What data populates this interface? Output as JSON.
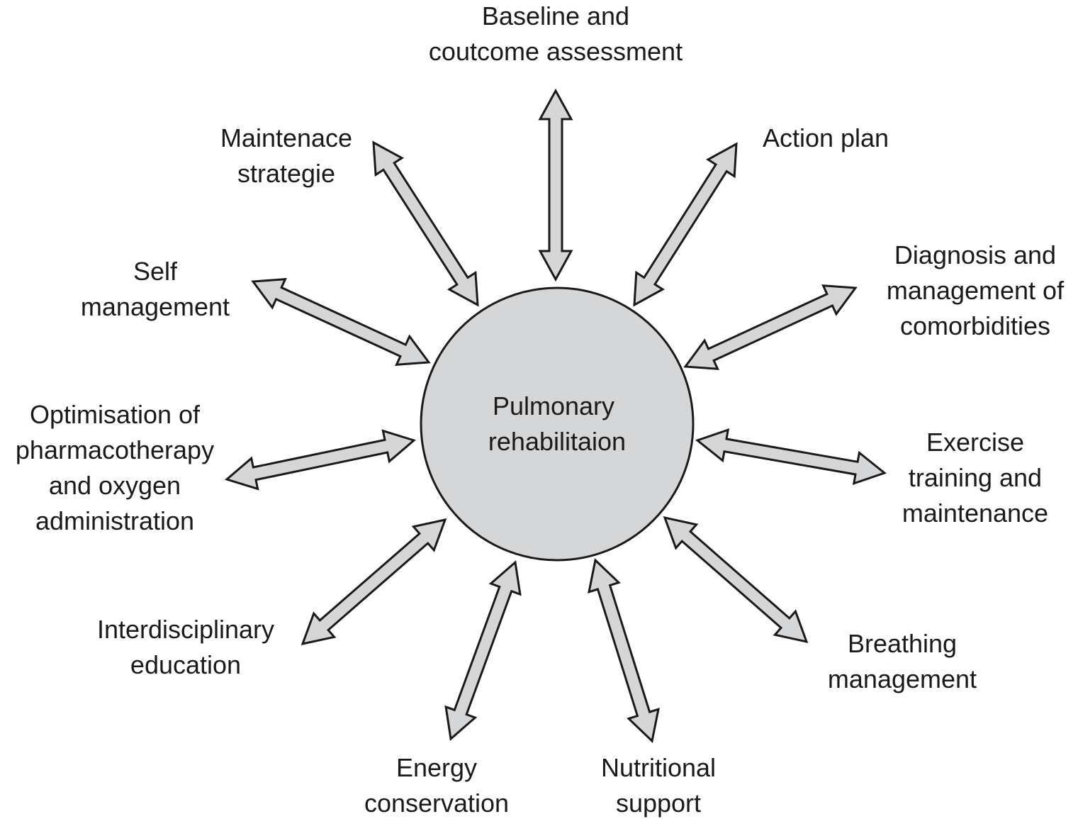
{
  "center": {
    "lines": [
      "Pulmonary",
      "rehabilitaion"
    ]
  },
  "colors": {
    "fill": "#d4d6d8",
    "stroke": "#1a1a1a",
    "text": "#1a1a1a"
  },
  "nodes": [
    {
      "id": "baseline",
      "lines": [
        "Baseline and",
        "coutcome assessment"
      ]
    },
    {
      "id": "action-plan",
      "lines": [
        "Action plan"
      ]
    },
    {
      "id": "diagnosis",
      "lines": [
        "Diagnosis and",
        "management of",
        "comorbidities"
      ]
    },
    {
      "id": "exercise",
      "lines": [
        "Exercise",
        "training and",
        "maintenance"
      ]
    },
    {
      "id": "breathing",
      "lines": [
        "Breathing",
        "management"
      ]
    },
    {
      "id": "nutritional",
      "lines": [
        "Nutritional",
        "support"
      ]
    },
    {
      "id": "energy",
      "lines": [
        "Energy",
        "conservation"
      ]
    },
    {
      "id": "interdisciplinary",
      "lines": [
        "Interdisciplinary",
        "education"
      ]
    },
    {
      "id": "optimisation",
      "lines": [
        "Optimisation of",
        "pharmacotherapy",
        "and oxygen",
        "administration"
      ]
    },
    {
      "id": "self-management",
      "lines": [
        "Self",
        "management"
      ]
    },
    {
      "id": "maintenance",
      "lines": [
        "Maintenace",
        "strategie"
      ]
    }
  ]
}
